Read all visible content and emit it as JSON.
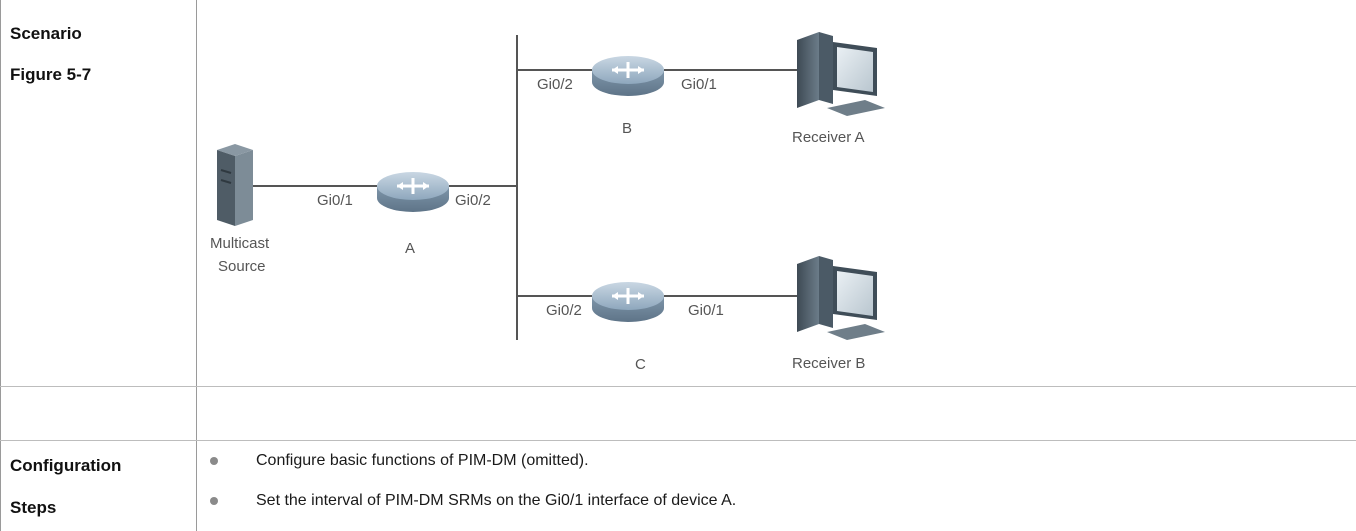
{
  "scenario": {
    "label": "Scenario",
    "figure": "Figure 5-7"
  },
  "diagram": {
    "devices": {
      "source": [
        "Multicast",
        "Source"
      ],
      "router_a": "A",
      "router_b": "B",
      "router_c": "C",
      "receiver_a": "Receiver A",
      "receiver_b": "Receiver B"
    },
    "interfaces": {
      "a_gi01": "Gi0/1",
      "a_gi02": "Gi0/2",
      "b_gi02": "Gi0/2",
      "b_gi01": "Gi0/1",
      "c_gi02": "Gi0/2",
      "c_gi01": "Gi0/1"
    },
    "colors": {
      "router": "#8ea7bd",
      "pc": "#5b6b78",
      "line": "#555555"
    }
  },
  "config": {
    "label_line1": "Configuration",
    "label_line2": "Steps",
    "steps": [
      "Configure basic functions of PIM-DM (omitted).",
      "Set the interval of PIM-DM SRMs on the Gi0/1 interface of device A."
    ]
  }
}
